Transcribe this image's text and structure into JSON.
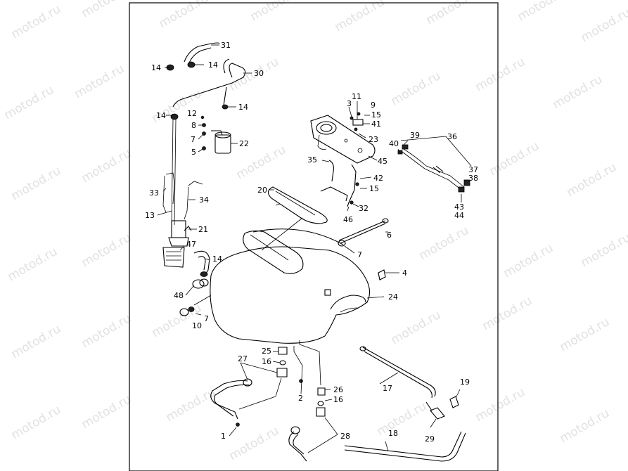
{
  "watermark": "motod.ru",
  "callouts": [
    "31",
    "14",
    "14",
    "30",
    "14",
    "14",
    "12",
    "8",
    "7",
    "5",
    "22",
    "11",
    "3",
    "9",
    "15",
    "41",
    "23",
    "45",
    "36",
    "39",
    "40",
    "37",
    "38",
    "35",
    "42",
    "15",
    "32",
    "20",
    "33",
    "34",
    "13",
    "21",
    "46",
    "6",
    "43",
    "44",
    "47",
    "14",
    "7",
    "4",
    "48",
    "24",
    "7",
    "10",
    "25",
    "16",
    "27",
    "26",
    "16",
    "2",
    "17",
    "19",
    "1",
    "28",
    "18",
    "29"
  ]
}
